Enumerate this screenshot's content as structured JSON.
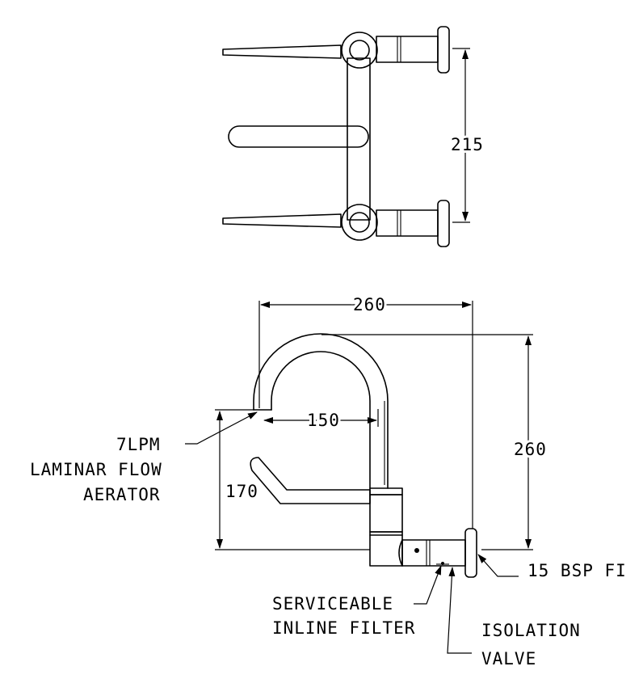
{
  "dimensions": {
    "top_spacing": "215",
    "side_width": "260",
    "side_height": "260",
    "reach": "150",
    "outlet_height": "170"
  },
  "callouts": {
    "aerator_line1": "7LPM",
    "aerator_line2": "LAMINAR FLOW",
    "aerator_line3": "AERATOR",
    "thread": "15 BSP FI",
    "filter_line1": "SERVICEABLE",
    "filter_line2": "INLINE FILTER",
    "valve_line1": "ISOLATION",
    "valve_line2": "VALVE"
  }
}
